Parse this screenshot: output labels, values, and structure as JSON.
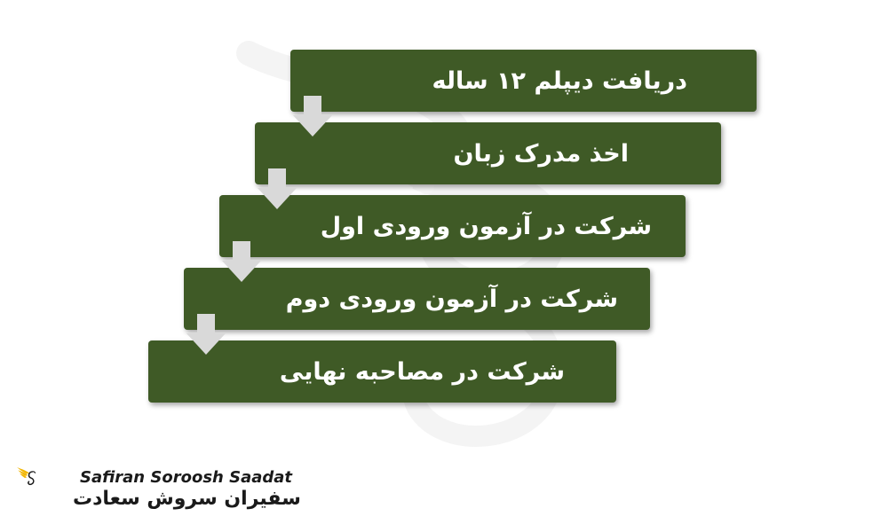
{
  "steps": [
    {
      "label": "دریافت دیپلم ۱۲ ساله"
    },
    {
      "label": "اخذ مدرک زبان"
    },
    {
      "label": "شرکت در آزمون ورودی اول"
    },
    {
      "label": "شرکت در آزمون ورودی دوم"
    },
    {
      "label": "شرکت در مصاحبه نهایی"
    }
  ],
  "brand": {
    "name_en": "Safiran Soroosh Saadat",
    "name_fa": "سفیران سروش سعادت"
  },
  "colors": {
    "box": "#3f5a26",
    "arrow": "#d9d9d9",
    "logo_gold": "#f2b705",
    "text": "#ffffff"
  }
}
